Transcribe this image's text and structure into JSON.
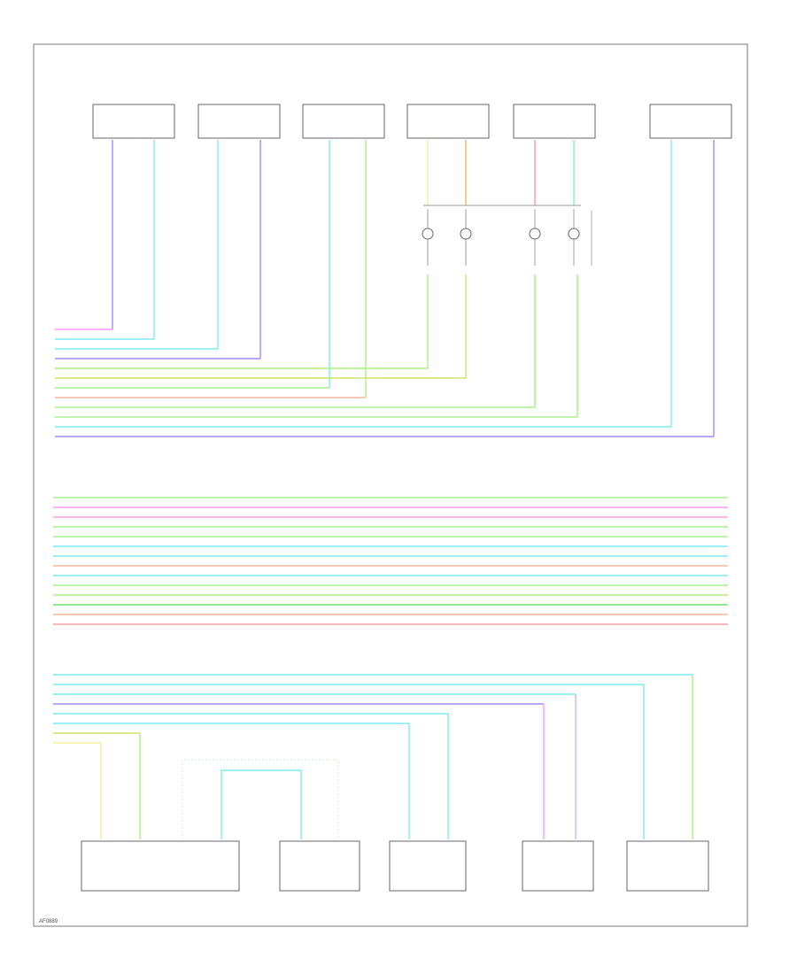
{
  "diagram": {
    "reference_code": "AF0889"
  },
  "colors": {
    "violet": "#9b8cff",
    "cyan": "#7fe9f2",
    "yellow": "#f4ef9a",
    "orange": "#e8b86a",
    "red": "#f2a0a0",
    "pink": "#ff9cf2",
    "light_green": "#a8ef8c",
    "green": "#6ce06c",
    "yellow_green": "#cfe36a",
    "salmon": "#f7b79a",
    "blue": "#8cc7ff",
    "lavender": "#c8b3ff",
    "gray": "#555555"
  },
  "wire_colors_top": [
    "pink",
    "cyan",
    "cyan",
    "violet",
    "light_green",
    "yellow_green",
    "light_green",
    "salmon",
    "light_green",
    "light_green",
    "cyan",
    "violet"
  ],
  "wire_colors_middle": [
    "light_green",
    "pink",
    "pink",
    "light_green",
    "light_green",
    "cyan",
    "cyan",
    "salmon",
    "cyan",
    "light_green",
    "light_green",
    "green",
    "salmon",
    "red"
  ],
  "wire_colors_bottom": [
    "cyan",
    "cyan",
    "cyan",
    "violet",
    "cyan",
    "cyan",
    "yellow_green",
    "yellow"
  ]
}
